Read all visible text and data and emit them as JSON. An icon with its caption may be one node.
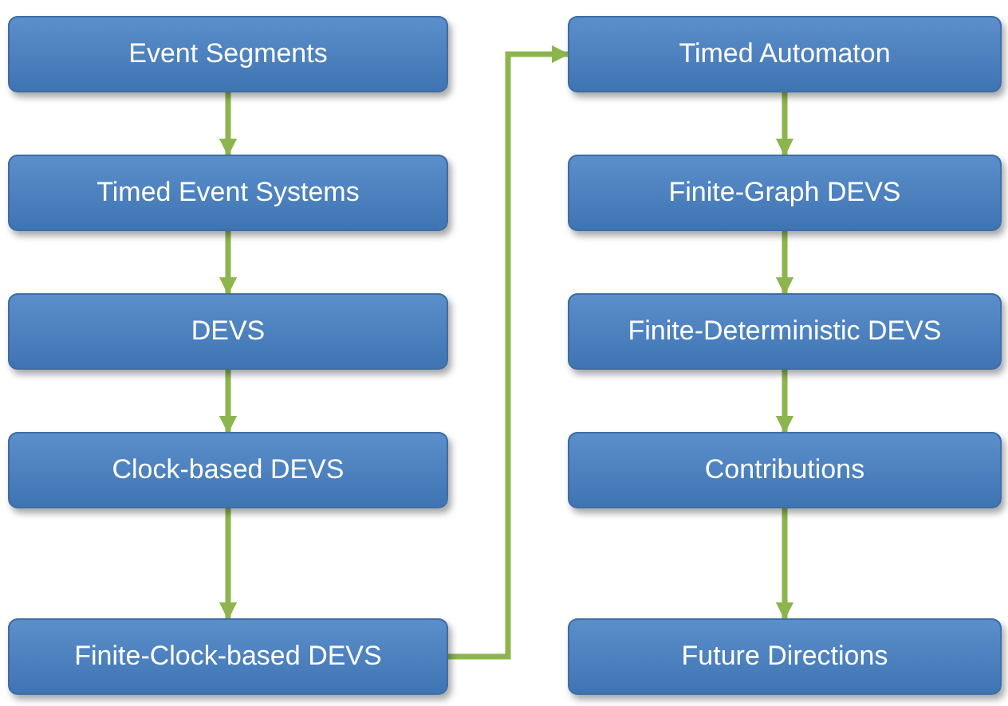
{
  "diagram": {
    "nodes": [
      {
        "text": [
          "Event Segments"
        ]
      },
      {
        "text": [
          "Timed Event Systems"
        ]
      },
      {
        "text": [
          "DEVS"
        ]
      },
      {
        "text": [
          "Clock-based DEVS"
        ]
      },
      {
        "text": [
          "Finite-Clock-based DEVS"
        ]
      },
      {
        "text": [
          "Timed Automaton"
        ]
      },
      {
        "text": [
          "Finite-Graph DEVS"
        ]
      },
      {
        "text": [
          "Finite-Deterministic DEVS"
        ]
      },
      {
        "text": [
          "Contributions"
        ]
      },
      {
        "text": [
          "Future Directions"
        ]
      }
    ],
    "edges": [
      {
        "from": 0,
        "to": 1,
        "arrow": "to"
      },
      {
        "from": 1,
        "to": 2,
        "arrow": "to"
      },
      {
        "from": 2,
        "to": 3,
        "arrow": "to"
      },
      {
        "from": 3,
        "to": 4,
        "arrow": "to"
      },
      {
        "from": 4,
        "to": 5,
        "arrow": "to"
      },
      {
        "from": 5,
        "to": 6,
        "arrow": "to"
      },
      {
        "from": 6,
        "to": 7,
        "arrow": "to"
      },
      {
        "from": 7,
        "to": 8,
        "arrow": "to"
      },
      {
        "from": 8,
        "to": 9,
        "arrow": "to"
      }
    ]
  }
}
